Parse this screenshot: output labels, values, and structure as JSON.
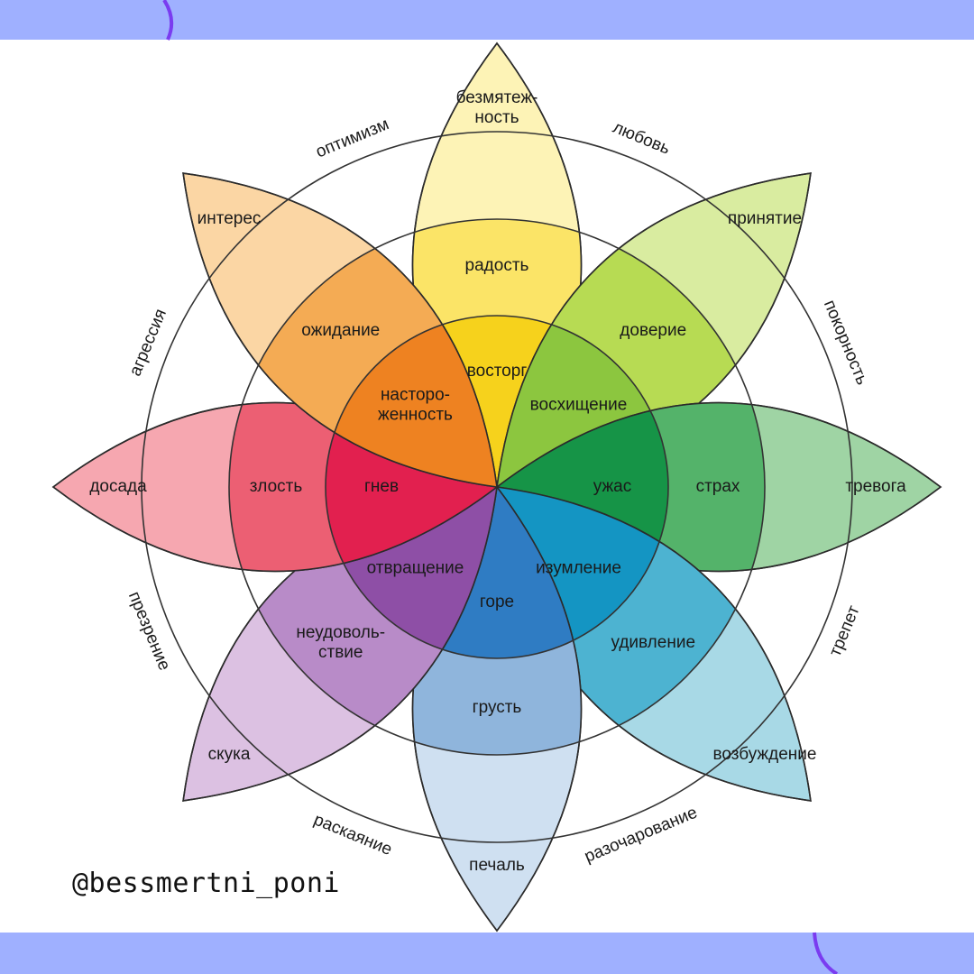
{
  "handle": "@bessmertni_poni",
  "frame_color": "#9fb0ff",
  "swoosh_color": "#7a3cf0",
  "petals": [
    {
      "id": "joy",
      "outer": "безмятеж-\nность",
      "middle": "радость",
      "inner": "восторг",
      "colors": [
        "#fdf3b6",
        "#fbe467",
        "#f6d21c"
      ]
    },
    {
      "id": "trust",
      "outer": "принятие",
      "middle": "доверие",
      "inner": "восхищение",
      "colors": [
        "#d9eca0",
        "#b7db53",
        "#8cc63f"
      ]
    },
    {
      "id": "fear",
      "outer": "тревога",
      "middle": "страх",
      "inner": "ужас",
      "colors": [
        "#9fd4a4",
        "#54b36a",
        "#169447"
      ]
    },
    {
      "id": "surprise",
      "outer": "возбуждение",
      "middle": "удивление",
      "inner": "изумление",
      "colors": [
        "#a8d9e6",
        "#4db3d1",
        "#1495c3"
      ]
    },
    {
      "id": "sadness",
      "outer": "печаль",
      "middle": "грусть",
      "inner": "горе",
      "colors": [
        "#cfe0f1",
        "#8fb5dc",
        "#2f7cc3"
      ]
    },
    {
      "id": "disgust",
      "outer": "скука",
      "middle": "неудоволь-\nствие",
      "inner": "отвращение",
      "colors": [
        "#dcc1e2",
        "#b88bc8",
        "#8e4fa6"
      ]
    },
    {
      "id": "anger",
      "outer": "досада",
      "middle": "злость",
      "inner": "гнев",
      "colors": [
        "#f6a7b0",
        "#ec5f73",
        "#e2204f"
      ]
    },
    {
      "id": "anticipation",
      "outer": "интерес",
      "middle": "ожидание",
      "inner": "насторо-\nженность",
      "colors": [
        "#fbd6a4",
        "#f4ab54",
        "#ee8221"
      ]
    }
  ],
  "dyads": [
    {
      "label": "любовь"
    },
    {
      "label": "покорность"
    },
    {
      "label": "трепет"
    },
    {
      "label": "разочарование"
    },
    {
      "label": "раскаяние"
    },
    {
      "label": "презрение"
    },
    {
      "label": "агрессия"
    },
    {
      "label": "оптимизм"
    }
  ]
}
